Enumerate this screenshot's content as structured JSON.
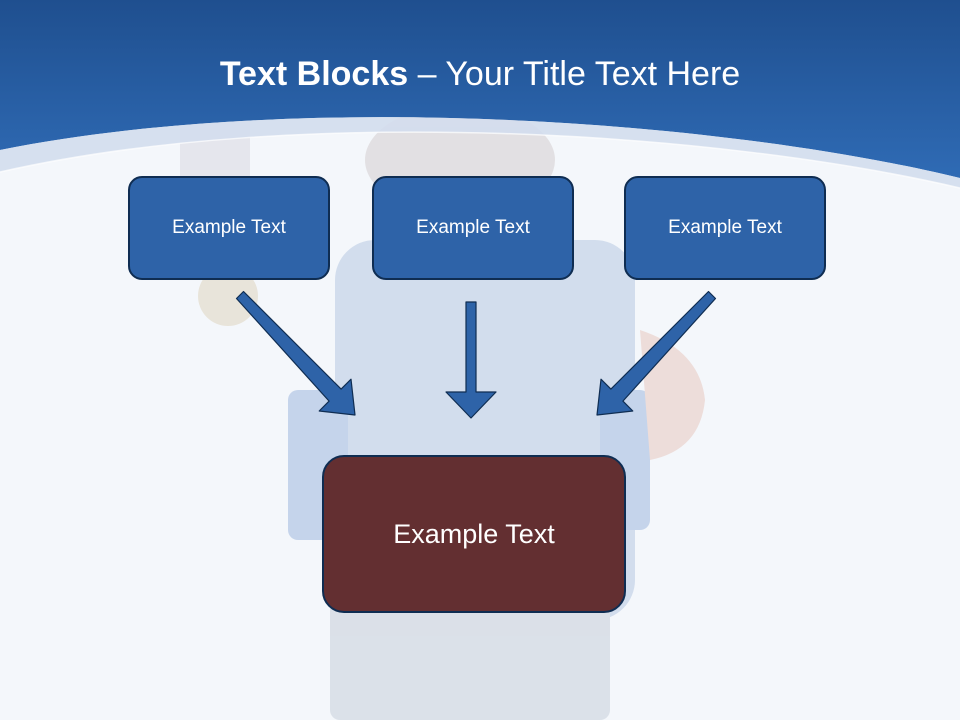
{
  "title": {
    "bold": "Text Blocks",
    "dash": "–",
    "rest": "Your Title Text Here"
  },
  "boxes": {
    "left": "Example Text",
    "center": "Example Text",
    "right": "Example Text",
    "bottom": "Example Text"
  },
  "colors": {
    "header": "#2a62a8",
    "small_box": "#2e63a8",
    "bottom_box": "#632f31",
    "arrow": "#2e63a8",
    "background": "#f4f7fb"
  }
}
